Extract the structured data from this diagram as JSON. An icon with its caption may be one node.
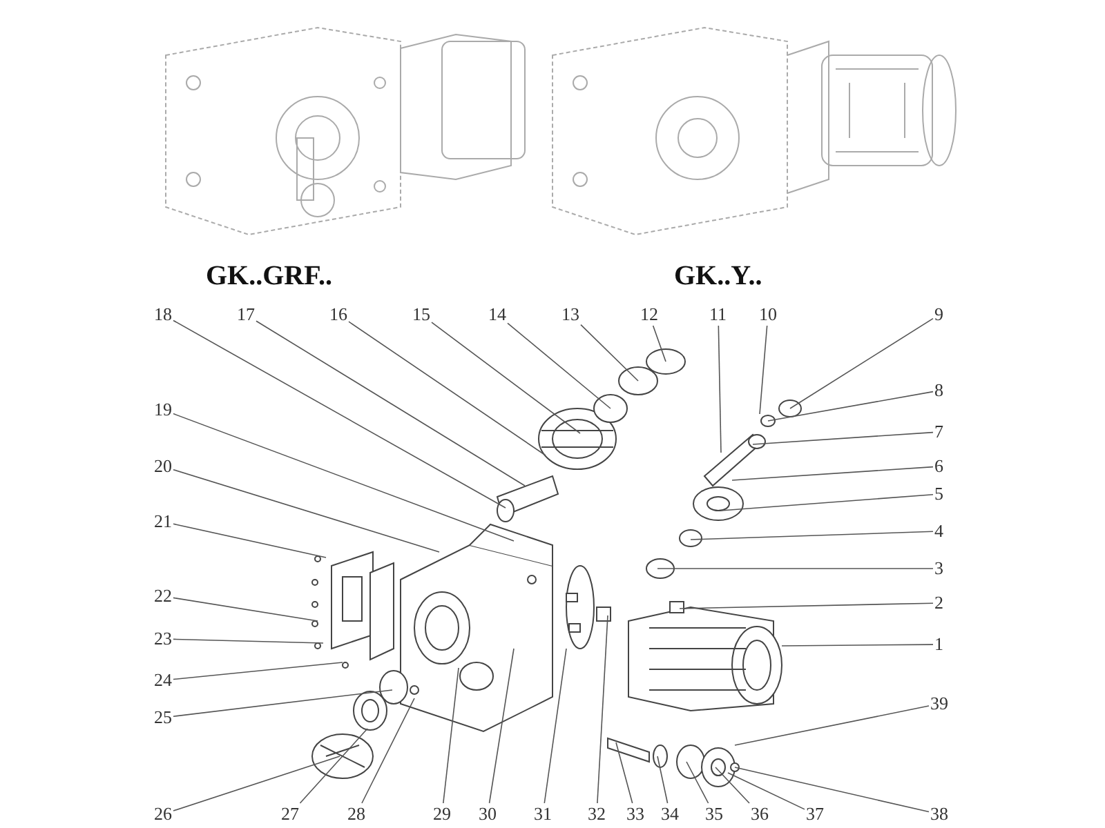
{
  "diagram": {
    "nodes": [
      {
        "text": [
          "1"
        ]
      },
      {
        "text": [
          "2"
        ]
      },
      {
        "text": [
          "3"
        ]
      },
      {
        "text": [
          "4"
        ]
      },
      {
        "text": [
          "5"
        ]
      },
      {
        "text": [
          "6"
        ]
      },
      {
        "text": [
          "7"
        ]
      },
      {
        "text": [
          "8"
        ]
      },
      {
        "text": [
          "9"
        ]
      },
      {
        "text": [
          "10"
        ]
      },
      {
        "text": [
          "11"
        ]
      },
      {
        "text": [
          "12"
        ]
      },
      {
        "text": [
          "13"
        ]
      },
      {
        "text": [
          "14"
        ]
      },
      {
        "text": [
          "15"
        ]
      },
      {
        "text": [
          "16"
        ]
      },
      {
        "text": [
          "17"
        ]
      },
      {
        "text": [
          "18"
        ]
      },
      {
        "text": [
          "19"
        ]
      },
      {
        "text": [
          "20"
        ]
      },
      {
        "text": [
          "21"
        ]
      },
      {
        "text": [
          "22"
        ]
      },
      {
        "text": [
          "23"
        ]
      },
      {
        "text": [
          "24"
        ]
      },
      {
        "text": [
          "25"
        ]
      },
      {
        "text": [
          "26"
        ]
      },
      {
        "text": [
          "27"
        ]
      },
      {
        "text": [
          "28"
        ]
      },
      {
        "text": [
          "29"
        ]
      },
      {
        "text": [
          "30"
        ]
      },
      {
        "text": [
          "31"
        ]
      },
      {
        "text": [
          "32"
        ]
      },
      {
        "text": [
          "33"
        ]
      },
      {
        "text": [
          "34"
        ]
      },
      {
        "text": [
          "35"
        ]
      },
      {
        "text": [
          "36"
        ]
      },
      {
        "text": [
          "37"
        ]
      },
      {
        "text": [
          "38"
        ]
      },
      {
        "text": [
          "39"
        ]
      }
    ],
    "edges": [
      {
        "from": 0,
        "to": null,
        "arrow": "none"
      },
      {
        "from": 1,
        "to": null,
        "arrow": "none"
      },
      {
        "from": 2,
        "to": null,
        "arrow": "none"
      },
      {
        "from": 3,
        "to": null,
        "arrow": "none"
      },
      {
        "from": 4,
        "to": null,
        "arrow": "none"
      },
      {
        "from": 5,
        "to": null,
        "arrow": "none"
      },
      {
        "from": 6,
        "to": null,
        "arrow": "none"
      },
      {
        "from": 7,
        "to": null,
        "arrow": "none"
      },
      {
        "from": 8,
        "to": null,
        "arrow": "none"
      },
      {
        "from": 9,
        "to": null,
        "arrow": "none"
      },
      {
        "from": 10,
        "to": null,
        "arrow": "none"
      },
      {
        "from": 11,
        "to": null,
        "arrow": "none"
      },
      {
        "from": 12,
        "to": null,
        "arrow": "none"
      },
      {
        "from": 13,
        "to": null,
        "arrow": "none"
      },
      {
        "from": 14,
        "to": null,
        "arrow": "none"
      },
      {
        "from": 15,
        "to": null,
        "arrow": "none"
      },
      {
        "from": 16,
        "to": null,
        "arrow": "none"
      },
      {
        "from": 17,
        "to": null,
        "arrow": "none"
      },
      {
        "from": 18,
        "to": null,
        "arrow": "none"
      },
      {
        "from": 19,
        "to": null,
        "arrow": "none"
      },
      {
        "from": 20,
        "to": null,
        "arrow": "none"
      },
      {
        "from": 21,
        "to": null,
        "arrow": "none"
      },
      {
        "from": 22,
        "to": null,
        "arrow": "none"
      },
      {
        "from": 23,
        "to": null,
        "arrow": "none"
      },
      {
        "from": 24,
        "to": null,
        "arrow": "none"
      },
      {
        "from": 25,
        "to": null,
        "arrow": "none"
      },
      {
        "from": 26,
        "to": null,
        "arrow": "none"
      },
      {
        "from": 27,
        "to": null,
        "arrow": "none"
      },
      {
        "from": 28,
        "to": null,
        "arrow": "none"
      },
      {
        "from": 29,
        "to": null,
        "arrow": "none"
      },
      {
        "from": 30,
        "to": null,
        "arrow": "none"
      },
      {
        "from": 31,
        "to": null,
        "arrow": "none"
      },
      {
        "from": 32,
        "to": null,
        "arrow": "none"
      },
      {
        "from": 33,
        "to": null,
        "arrow": "none"
      },
      {
        "from": 34,
        "to": null,
        "arrow": "none"
      },
      {
        "from": 35,
        "to": null,
        "arrow": "none"
      },
      {
        "from": 36,
        "to": null,
        "arrow": "none"
      },
      {
        "from": 37,
        "to": null,
        "arrow": "none"
      },
      {
        "from": 38,
        "to": null,
        "arrow": "none"
      }
    ],
    "labels": [
      "GK..GRF..",
      "GK..Y.."
    ]
  }
}
